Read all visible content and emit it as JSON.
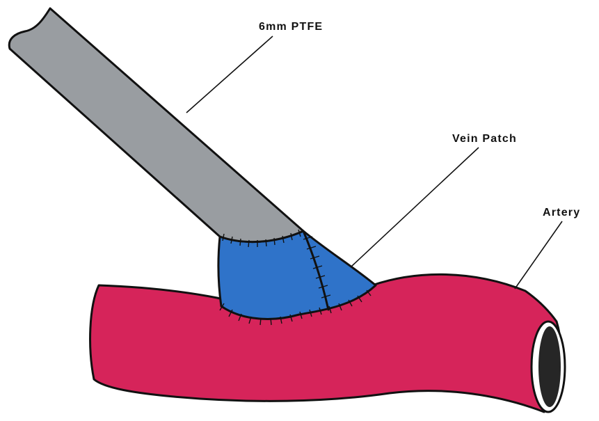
{
  "labels": {
    "graft": "6mm PTFE",
    "patch": "Vein Patch",
    "artery": "Artery"
  },
  "colors": {
    "graft": "#999da1",
    "patch": "#2f73c9",
    "artery": "#d6245a",
    "lumen": "#262626",
    "outline": "#111111"
  }
}
